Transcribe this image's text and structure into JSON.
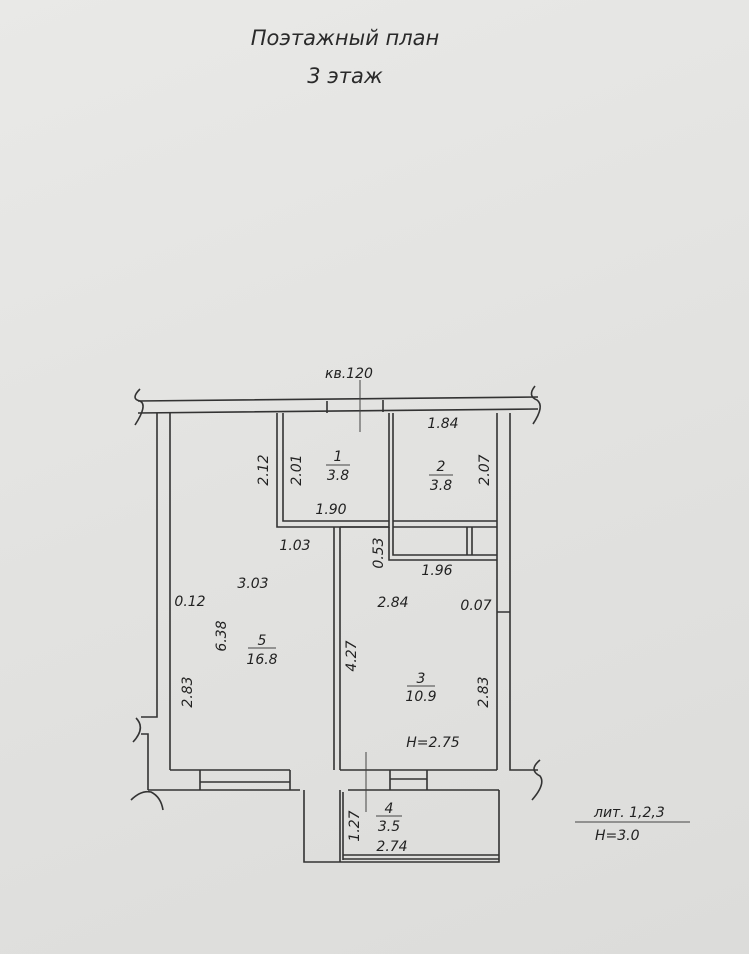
{
  "header": {
    "title": "Поэтажный план",
    "floor": "3 этаж"
  },
  "apartment_label": "кв.120",
  "rooms": [
    {
      "number": "1",
      "area": "3.8"
    },
    {
      "number": "2",
      "area": "3.8"
    },
    {
      "number": "3",
      "area": "10.9"
    },
    {
      "number": "4",
      "area": "3.5"
    },
    {
      "number": "5",
      "area": "16.8"
    }
  ],
  "dimensions": {
    "r1_height_outer": "2.12",
    "r1_height": "2.01",
    "r1_width": "1.90",
    "r2_width": "1.84",
    "r2_height": "2.07",
    "corridor_width": "1.03",
    "closet_depth": "0.53",
    "closet_width": "1.96",
    "r5_width": "3.03",
    "r5_wall": "0.12",
    "r5_length": "6.38",
    "r5_lower": "2.83",
    "r3_width": "2.84",
    "r3_wall": "0.07",
    "r3_length": "4.27",
    "r3_lower": "2.83",
    "ceiling_height": "H=2.75",
    "balcony_depth": "1.27",
    "balcony_width": "2.74"
  },
  "legend": {
    "lit": "лит. 1,2,3",
    "height": "H=3.0"
  }
}
